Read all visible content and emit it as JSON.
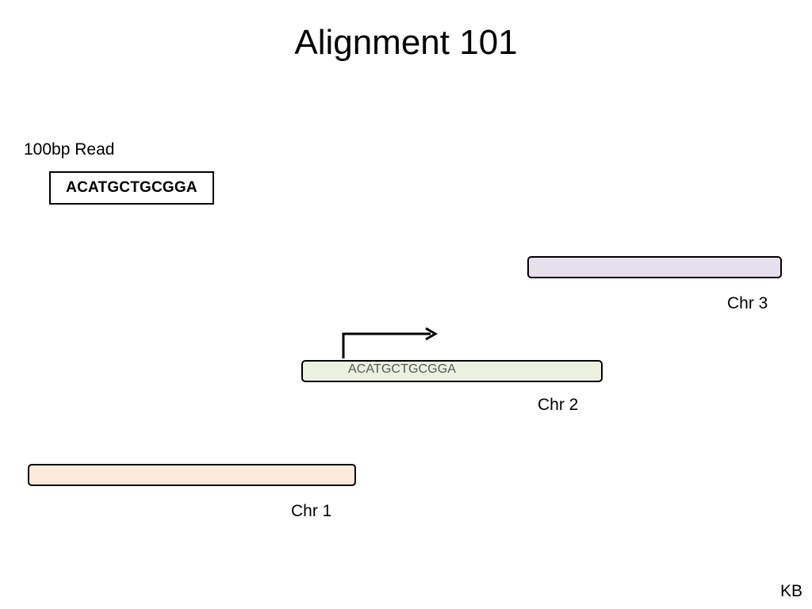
{
  "slide": {
    "title": "Alignment 101",
    "footer": "KB"
  },
  "read": {
    "label": "100bp Read",
    "sequence": "ACATGCTGCGGA"
  },
  "alignment": {
    "sequence": "ACATGCTGCGGA",
    "arrow_icon": "bent-right-arrow"
  },
  "chromosomes": [
    {
      "label": "Chr 1",
      "fill": "#fbeadb"
    },
    {
      "label": "Chr 2",
      "fill": "#ebf0df"
    },
    {
      "label": "Chr 3",
      "fill": "#e6dfec"
    }
  ]
}
